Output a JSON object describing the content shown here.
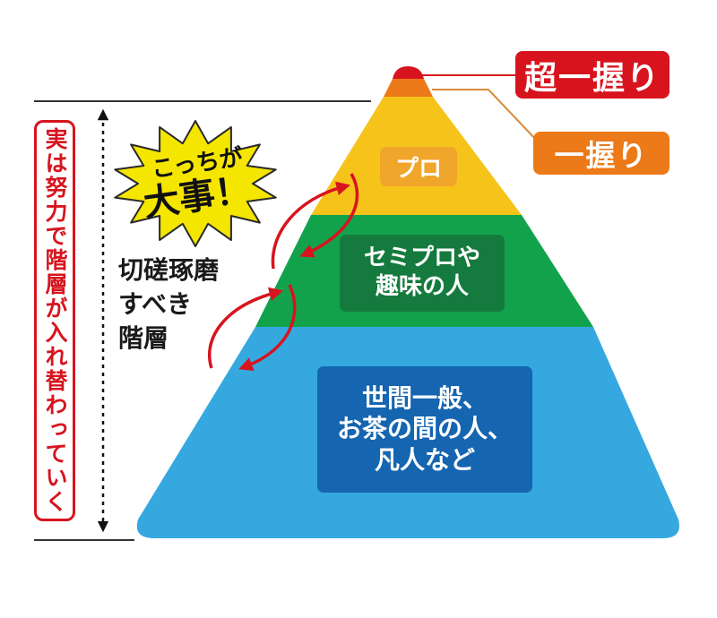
{
  "colors": {
    "tier_top": "#d7141e",
    "tier_second": "#ec7a18",
    "tier_pro": "#f6c31b",
    "tier_semipro": "#12a24c",
    "tier_general": "#35a8e0",
    "arrow": "#d7141e",
    "burst": "#f5e600"
  },
  "tiers": {
    "top": "超一握り",
    "second": "一握り",
    "pro": "プロ",
    "semipro": [
      "セミプロや",
      "趣味の人"
    ],
    "general": [
      "世間一般、",
      "お茶の間の人、",
      "凡人など"
    ]
  },
  "burst": {
    "line1": "こっちが",
    "line2": "大事！"
  },
  "side_label": [
    "切磋琢磨",
    "すべき",
    "階層"
  ],
  "vertical_label": "実は努力で階層が入れ替わっていく"
}
